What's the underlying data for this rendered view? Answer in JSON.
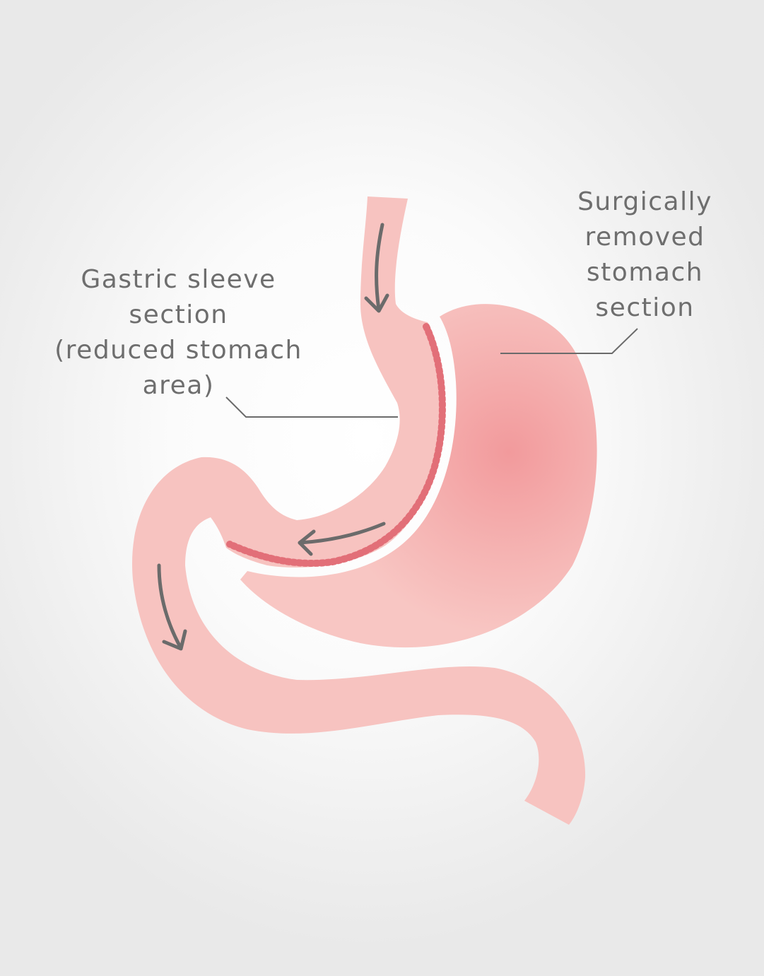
{
  "labels": {
    "sleeve": {
      "lines": [
        "Gastric sleeve",
        "section",
        "(reduced stomach",
        "area)"
      ]
    },
    "removed": {
      "lines": [
        "Surgically",
        "removed",
        "stomach",
        "section"
      ]
    }
  },
  "colors": {
    "tissue": "#f7c3c0",
    "removed_center": "#f29a9c",
    "staple": "#e26f78",
    "arrow": "#6b6b6b",
    "leader_line": "#6b6b6b",
    "text": "#6e6e6e"
  }
}
